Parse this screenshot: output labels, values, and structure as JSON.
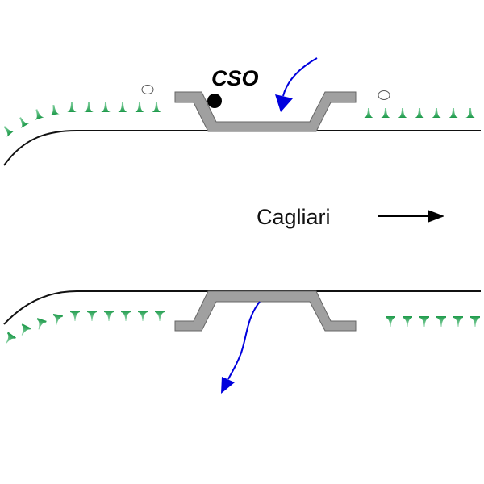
{
  "diagram": {
    "labels": {
      "cso": "CSO",
      "city": "Cagliari"
    },
    "colors": {
      "road_edge": "#111111",
      "structure_fill": "#a0a0a0",
      "structure_stroke": "#555555",
      "flow_arrow": "#0000dd",
      "marker_green": "#1e9a4a",
      "cso_point": "#000000",
      "circle_outline": "#555555",
      "direction_arrow": "#000000"
    },
    "top_carriageway": {
      "left_markers_count": 10,
      "right_markers_count": 7,
      "marker_orientation": "up",
      "open_circles_count": 2,
      "flow_arrow": "into-structure"
    },
    "bottom_carriageway": {
      "left_markers_count": 10,
      "right_markers_count": 6,
      "marker_orientation": "down",
      "flow_arrow": "out-of-structure"
    },
    "direction": "right"
  }
}
